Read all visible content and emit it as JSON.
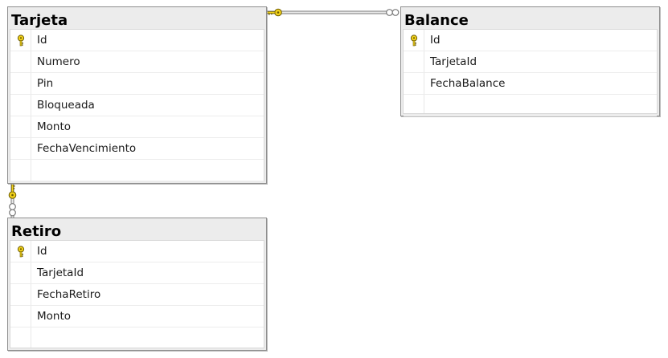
{
  "diagram": {
    "tables": [
      {
        "id": "tarjeta",
        "title": "Tarjeta",
        "columns": [
          {
            "name": "Id",
            "primary_key": true
          },
          {
            "name": "Numero",
            "primary_key": false
          },
          {
            "name": "Pin",
            "primary_key": false
          },
          {
            "name": "Bloqueada",
            "primary_key": false
          },
          {
            "name": "Monto",
            "primary_key": false
          },
          {
            "name": "FechaVencimiento",
            "primary_key": false
          }
        ]
      },
      {
        "id": "balance",
        "title": "Balance",
        "columns": [
          {
            "name": "Id",
            "primary_key": true
          },
          {
            "name": "TarjetaId",
            "primary_key": false
          },
          {
            "name": "FechaBalance",
            "primary_key": false
          }
        ]
      },
      {
        "id": "retiro",
        "title": "Retiro",
        "columns": [
          {
            "name": "Id",
            "primary_key": true
          },
          {
            "name": "TarjetaId",
            "primary_key": false
          },
          {
            "name": "FechaRetiro",
            "primary_key": false
          },
          {
            "name": "Monto",
            "primary_key": false
          }
        ]
      }
    ],
    "relationships": [
      {
        "from": "tarjeta",
        "to": "balance",
        "from_end": "one (key)",
        "to_end": "many (infinity)"
      },
      {
        "from": "tarjeta",
        "to": "retiro",
        "from_end": "one (key)",
        "to_end": "many (infinity)"
      }
    ],
    "colors": {
      "key_icon": "#f2d21b",
      "key_outline": "#6b5a00",
      "table_header": "#ececec",
      "table_border": "#8f8f8f",
      "connector": "#7a7a7a"
    }
  }
}
